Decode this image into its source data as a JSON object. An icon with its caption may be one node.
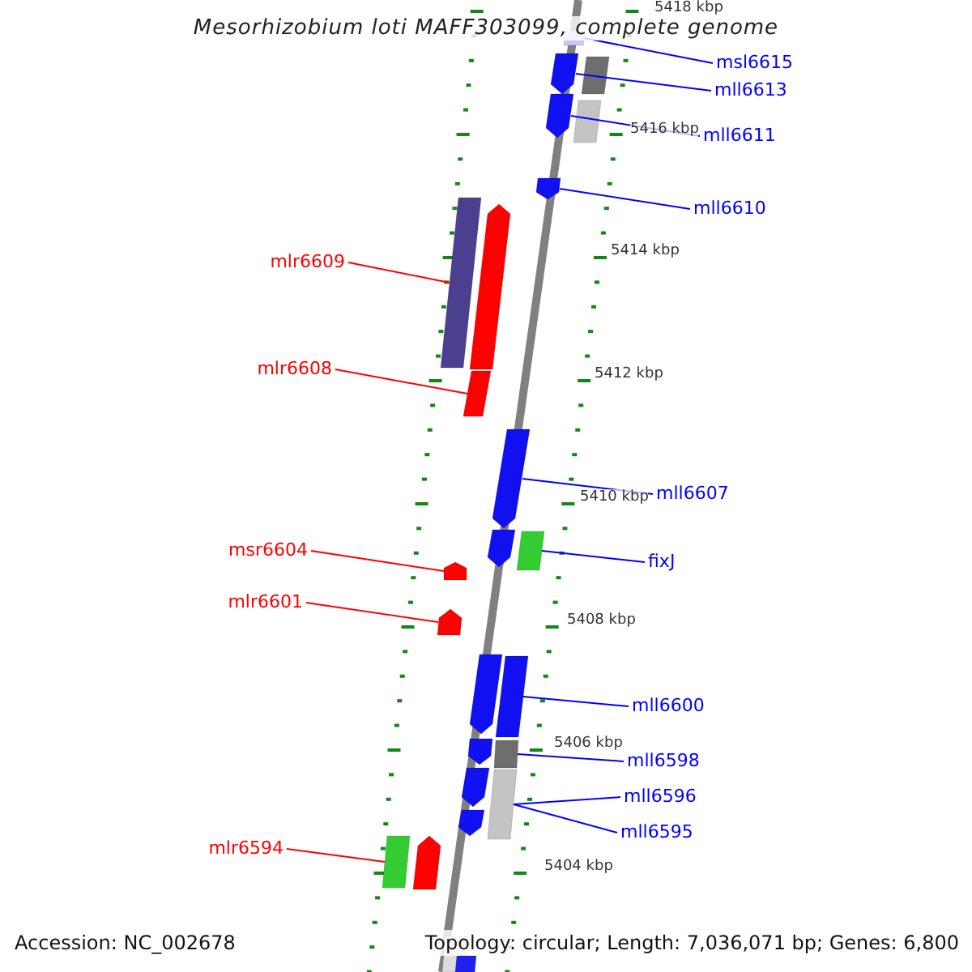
{
  "diagram": {
    "title": "Mesorhizobium loti MAFF303099, complete genome",
    "nodes": [
      {
        "text": [
          "msl6615"
        ]
      },
      {
        "text": [
          "mll6613"
        ]
      },
      {
        "text": [
          "mll6611"
        ]
      },
      {
        "text": [
          "mll6610"
        ]
      },
      {
        "text": [
          "mlr6609"
        ]
      },
      {
        "text": [
          "mlr6608"
        ]
      },
      {
        "text": [
          "mll6607"
        ]
      },
      {
        "text": [
          "msr6604"
        ]
      },
      {
        "text": [
          "fixJ"
        ]
      },
      {
        "text": [
          "mlr6601"
        ]
      },
      {
        "text": [
          "mll6600"
        ]
      },
      {
        "text": [
          "mll6598"
        ]
      },
      {
        "text": [
          "mll6596"
        ]
      },
      {
        "text": [
          "mll6595"
        ]
      },
      {
        "text": [
          "mlr6594"
        ]
      },
      {
        "text": [],
        "shape": "bar"
      },
      {
        "text": [],
        "shape": "pentagon"
      },
      {
        "text": [],
        "shape": "bar"
      },
      {
        "text": [],
        "shape": "pentagon"
      },
      {
        "text": [],
        "shape": "bar"
      },
      {
        "text": [],
        "shape": "pentagon"
      },
      {
        "text": [],
        "shape": "bar"
      },
      {
        "text": [],
        "shape": "pentagon"
      },
      {
        "text": [],
        "shape": "bar"
      },
      {
        "text": [],
        "shape": "pentagon"
      },
      {
        "text": [],
        "shape": "pentagon"
      },
      {
        "text": [],
        "shape": "bar"
      },
      {
        "text": [],
        "shape": "pentagon"
      },
      {
        "text": [],
        "shape": "pentagon"
      },
      {
        "text": [],
        "shape": "pentagon"
      },
      {
        "text": [],
        "shape": "bar"
      },
      {
        "text": [],
        "shape": "pentagon"
      },
      {
        "text": [],
        "shape": "bar"
      },
      {
        "text": [],
        "shape": "pentagon"
      },
      {
        "text": [],
        "shape": "bar"
      },
      {
        "text": [],
        "shape": "pentagon"
      },
      {
        "text": [],
        "shape": "bar"
      },
      {
        "text": [],
        "shape": "pentagon"
      },
      {
        "text": [],
        "shape": "bar"
      },
      {
        "text": [],
        "shape": "bar"
      }
    ],
    "edges": [
      {
        "from": 0,
        "to": 15,
        "arrow": "none"
      },
      {
        "from": 1,
        "to": 16,
        "arrow": "none"
      },
      {
        "from": 2,
        "to": 18,
        "arrow": "none"
      },
      {
        "from": 3,
        "to": 20,
        "arrow": "none"
      },
      {
        "from": 4,
        "to": 21,
        "arrow": "none",
        "color": "#ff0000"
      },
      {
        "from": 5,
        "to": 23,
        "arrow": "none",
        "color": "#ff0000"
      },
      {
        "from": 6,
        "to": 24,
        "arrow": "none"
      },
      {
        "from": 7,
        "to": 27,
        "arrow": "none",
        "color": "#ff0000"
      },
      {
        "from": 8,
        "to": 26,
        "arrow": "none"
      },
      {
        "from": 9,
        "to": 28,
        "arrow": "none",
        "color": "#ff0000"
      },
      {
        "from": 10,
        "to": 30,
        "arrow": "none"
      },
      {
        "from": 11,
        "to": 32,
        "arrow": "none"
      },
      {
        "from": 12,
        "to": 34,
        "arrow": "none"
      },
      {
        "from": 13,
        "to": 34,
        "arrow": "none"
      },
      {
        "from": 14,
        "to": 36,
        "arrow": "none",
        "color": "#ff0000"
      }
    ],
    "labels": [
      "5418 kbp",
      "5416 kbp",
      "5414 kbp",
      "5412 kbp",
      "5410 kbp",
      "5408 kbp",
      "5406 kbp",
      "5404 kbp",
      "Accession: NC_002678",
      "Topology: circular; Length: 7,036,071 bp; Genes: 6,800"
    ]
  }
}
